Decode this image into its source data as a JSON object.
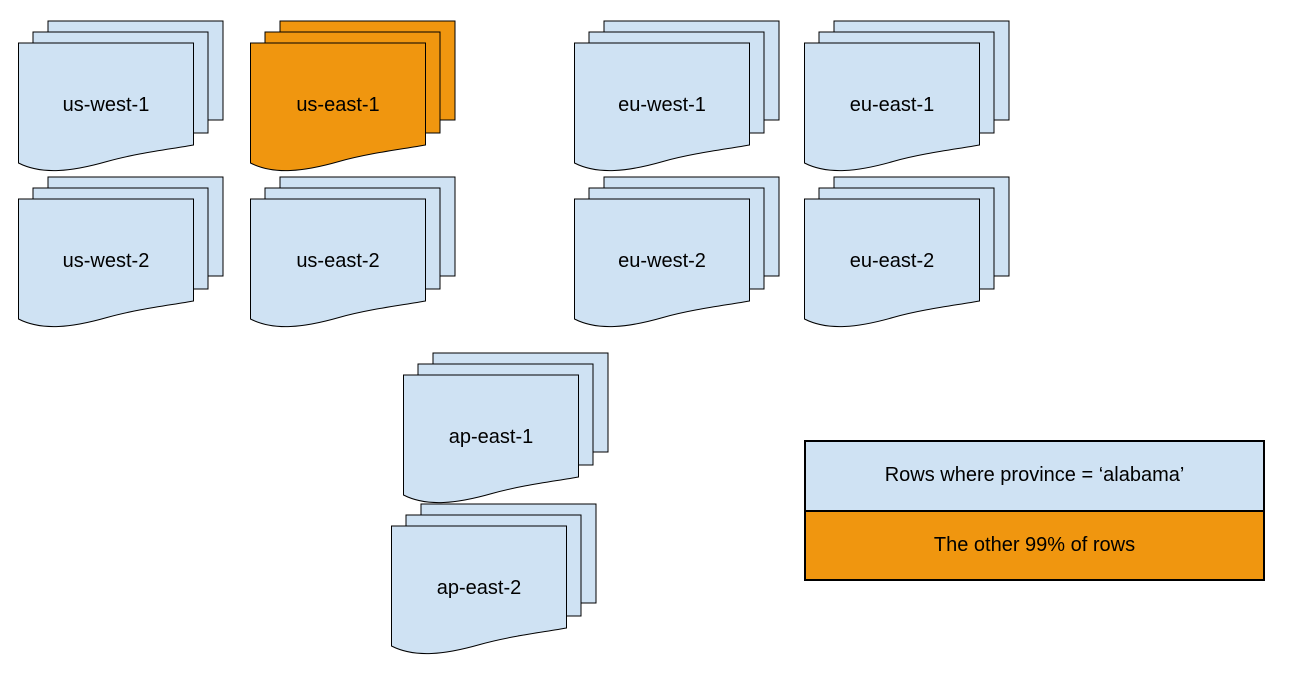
{
  "colors": {
    "region_default": "#cfe2f3",
    "region_highlight": "#f0960f",
    "stroke": "#000000",
    "text": "#000000",
    "canvas_bg": "#ffffff"
  },
  "regions": [
    {
      "label": "us-west-1",
      "variant": "default"
    },
    {
      "label": "us-east-1",
      "variant": "highlight"
    },
    {
      "label": "eu-west-1",
      "variant": "default"
    },
    {
      "label": "eu-east-1",
      "variant": "default"
    },
    {
      "label": "us-west-2",
      "variant": "default"
    },
    {
      "label": "us-east-2",
      "variant": "default"
    },
    {
      "label": "eu-west-2",
      "variant": "default"
    },
    {
      "label": "eu-east-2",
      "variant": "default"
    },
    {
      "label": "ap-east-1",
      "variant": "default"
    },
    {
      "label": "ap-east-2",
      "variant": "default"
    }
  ],
  "legend": {
    "items": [
      {
        "label": "Rows where province = ‘alabama’",
        "swatch": "#cfe2f3"
      },
      {
        "label": "The other 99% of rows",
        "swatch": "#f0960f"
      }
    ]
  }
}
